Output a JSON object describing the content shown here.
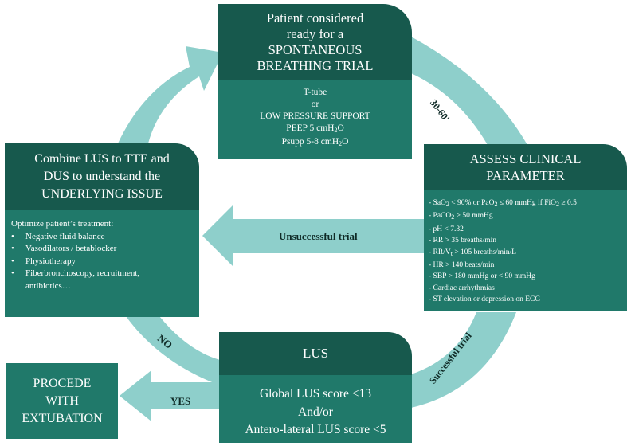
{
  "colors": {
    "header": "#17594d",
    "body": "#20796a",
    "arrow": "#8ecfcb",
    "label_text": "#0e2a26"
  },
  "top_box": {
    "header_lines": [
      "Patient considered",
      "ready for a",
      "SPONTANEOUS",
      "BREATHING TRIAL"
    ],
    "body": {
      "l1": "T-tube",
      "l2": "or",
      "l3": "LOW PRESSURE SUPPORT",
      "l4_a": "PEEP 5 cmH",
      "l4_sub": "2",
      "l4_b": "O",
      "l5_a": "Psupp 5-8 cmH",
      "l5_sub": "2",
      "l5_b": "O"
    }
  },
  "right_box": {
    "header_lines": [
      "ASSESS CLINICAL",
      "PARAMETER"
    ],
    "criteria": {
      "sao2_a": "- SaO",
      "sao2_s1": "2",
      "sao2_b": " < 90% or PaO",
      "sao2_s2": "2",
      "sao2_c": " ≤ 60 mmHg if FiO",
      "sao2_s3": "2",
      "sao2_d": " ≥ 0.5",
      "paco2_a": "- PaCO",
      "paco2_s": "2",
      "paco2_b": " > 50 mmHg",
      "ph": "- pH < 7.32",
      "rr": "- RR > 35 breaths/min",
      "rrvt_a": "- RR/V",
      "rrvt_s": "t",
      "rrvt_b": " > 105 breaths/min/L",
      "hr": "- HR > 140 beats/min",
      "sbp": "- SBP > 180 mmHg or < 90 mmHg",
      "cardiac": "- Cardiac  arrhythmias",
      "st": "- ST elevation  or depression  on ECG"
    }
  },
  "left_box": {
    "header_lines": [
      "Combine LUS to TTE and",
      "DUS to understand the",
      "UNDERLYING ISSUE"
    ],
    "optimize_title": "Optimize patient’s treatment:",
    "items": [
      "Negative fluid balance",
      "Vasodilators / betablocker",
      "Physiotherapy",
      "Fiberbronchoscopy, recruitment,"
    ],
    "continuation": "antibiotics…"
  },
  "bottom_box": {
    "header": "LUS",
    "body_lines": [
      "Global LUS score <13",
      "And/or",
      "Antero-lateral LUS score <5"
    ]
  },
  "extubation_box": {
    "lines": [
      "PROCEDE",
      "WITH",
      "EXTUBATION"
    ]
  },
  "arrow_labels": {
    "timing": "30-60'",
    "unsuccessful": "Unsuccessful trial",
    "successful": "Successful trial",
    "no": "NO",
    "yes": "YES"
  }
}
